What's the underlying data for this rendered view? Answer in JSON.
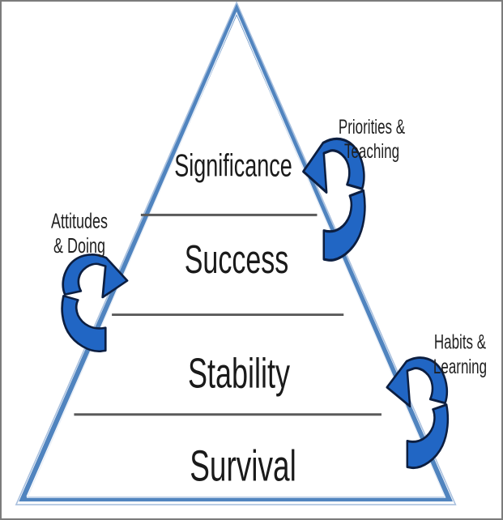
{
  "diagram": {
    "type": "pyramid",
    "pyramid": {
      "levels": [
        {
          "label": "Significance",
          "rank": 1
        },
        {
          "label": "Success",
          "rank": 2
        },
        {
          "label": "Stability",
          "rank": 3
        },
        {
          "label": "Survival",
          "rank": 4
        }
      ]
    },
    "annotations": [
      {
        "label": "Priorities &\nTeaching",
        "position": "top-right"
      },
      {
        "label": "Attitudes\n& Doing",
        "position": "middle-left"
      },
      {
        "label": "Habits &\nLearning",
        "position": "bottom-right"
      }
    ],
    "icons": [
      {
        "name": "cycle-arrow-icon",
        "count": 3,
        "glyph": "curved loop arrow"
      }
    ],
    "colors": {
      "triangle_stroke": "#5084bf",
      "triangle_thin_line": "#a9c0de",
      "triangle_highlight": "#e9eff7",
      "divider": "#5a5a5a",
      "arrow_fill": "#2166c4",
      "arrow_outline": "#0c1e40",
      "text": "#1a1a1a",
      "frame_border": "#7c7c7c",
      "background": "#ffffff"
    }
  }
}
